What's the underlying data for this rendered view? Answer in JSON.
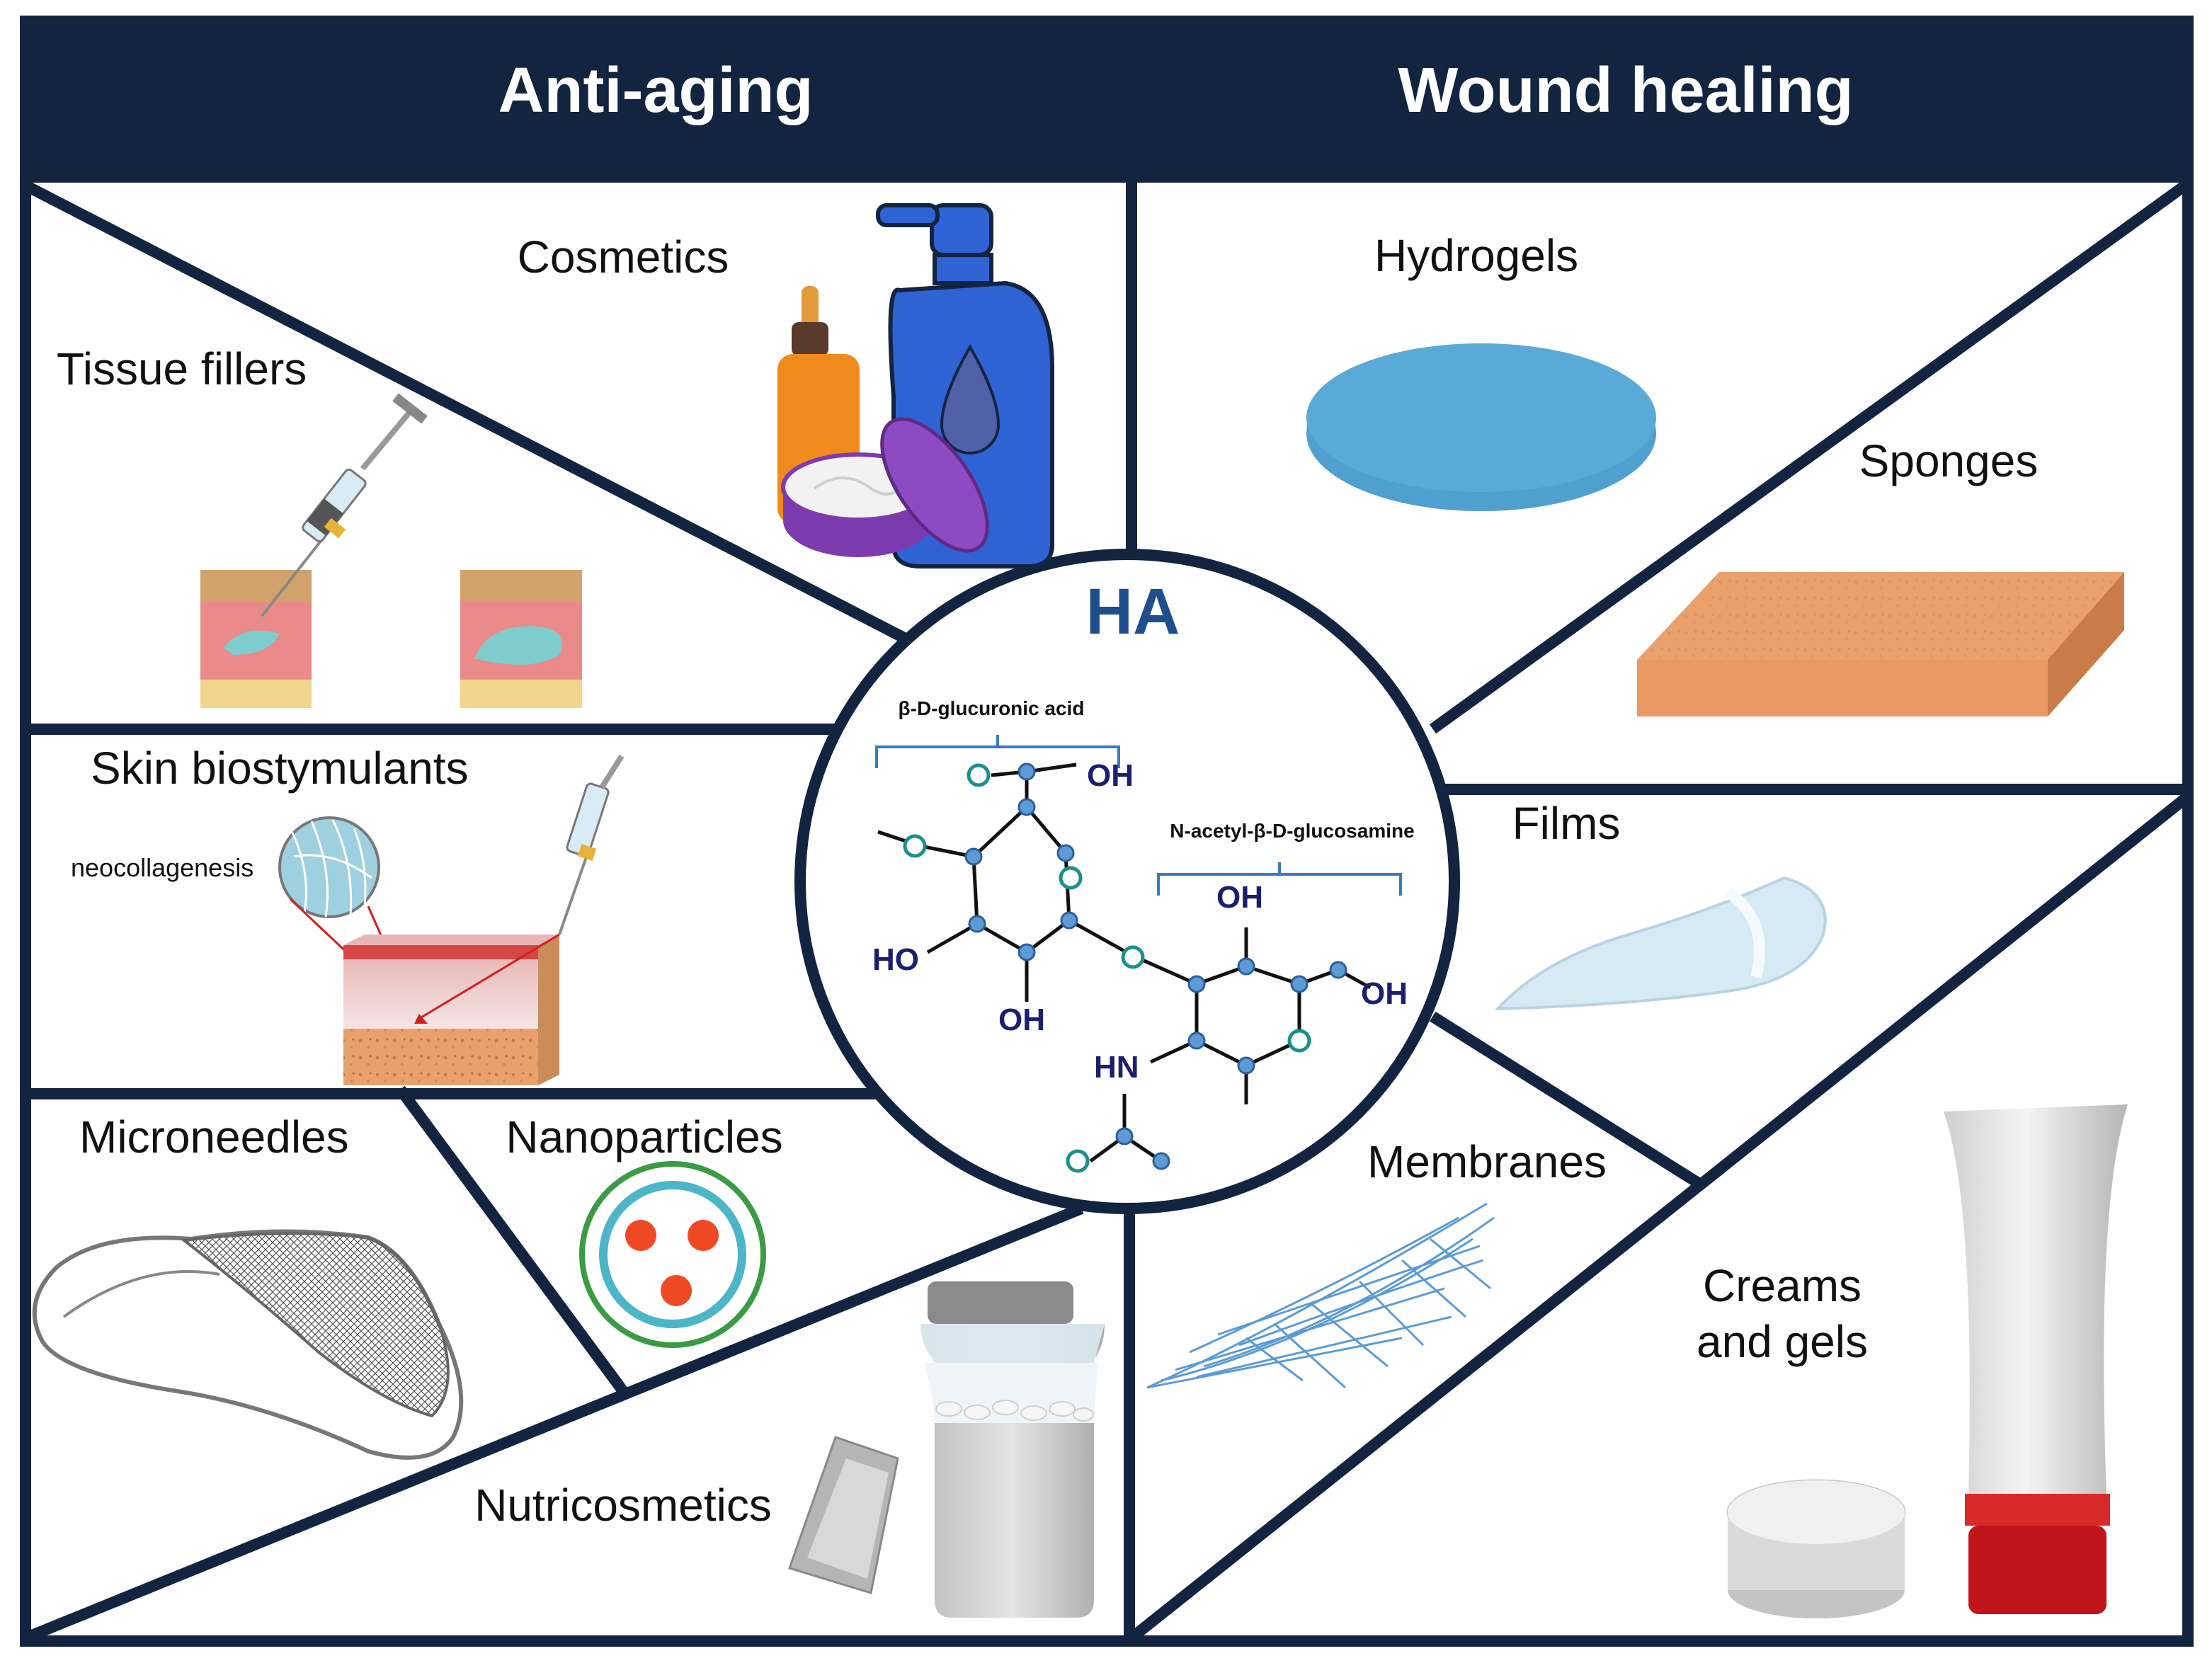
{
  "header": {
    "left_title": "Anti-aging",
    "right_title": "Wound healing"
  },
  "center": {
    "title": "HA",
    "label_glucuronic": "β-D-glucuronic acid",
    "label_glucosamine": "N-acetyl-β-D-glucosamine",
    "atoms": {
      "oh_top": "OH",
      "o_top": "O",
      "ho_left": "HO",
      "oh_bottom_left": "OH",
      "oh_right_top": "OH",
      "oh_right": "OH",
      "hn": "HN",
      "o_bottom": "O"
    }
  },
  "anti_aging": {
    "cosmetics": "Cosmetics",
    "tissue_fillers": "Tissue fillers",
    "skin_biostymulants": "Skin biostymulants",
    "neocollagenesis": "neocollagenesis",
    "microneedles": "Microneedles",
    "nanoparticles": "Nanoparticles",
    "nutricosmetics": "Nutricosmetics"
  },
  "wound_healing": {
    "hydrogels": "Hydrogels",
    "sponges": "Sponges",
    "films": "Films",
    "membranes": "Membranes",
    "creams_line1": "Creams",
    "creams_line2": "and gels"
  },
  "colors": {
    "navy": "#12243f",
    "title_blue": "#1f4e8c",
    "hydrogel_blue": "#5aaad8",
    "sponge_orange": "#e9a16c",
    "bottle_blue": "#2f63d4",
    "jar_purple": "#7d3bb0",
    "tube_red": "#c0151b"
  }
}
